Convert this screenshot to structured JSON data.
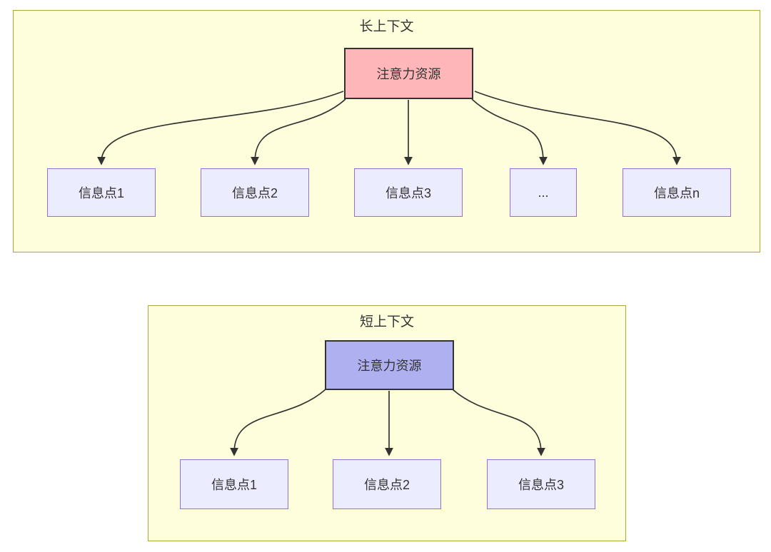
{
  "colors": {
    "cluster_fill": "#fffedc",
    "cluster_border": "#a9a93a",
    "node_fill": "#ececff",
    "node_border": "#9370db",
    "attention_long_fill": "#ffb6b9",
    "attention_short_fill": "#aeb0f0",
    "attention_border": "#333333",
    "edge_color": "#333333",
    "text_color": "#333333"
  },
  "long_context": {
    "title": "长上下文",
    "attention_label": "注意力资源",
    "info_points": [
      {
        "label": "信息点1"
      },
      {
        "label": "信息点2"
      },
      {
        "label": "信息点3"
      },
      {
        "label": "..."
      },
      {
        "label": "信息点n"
      }
    ]
  },
  "short_context": {
    "title": "短上下文",
    "attention_label": "注意力资源",
    "info_points": [
      {
        "label": "信息点1"
      },
      {
        "label": "信息点2"
      },
      {
        "label": "信息点3"
      }
    ]
  }
}
